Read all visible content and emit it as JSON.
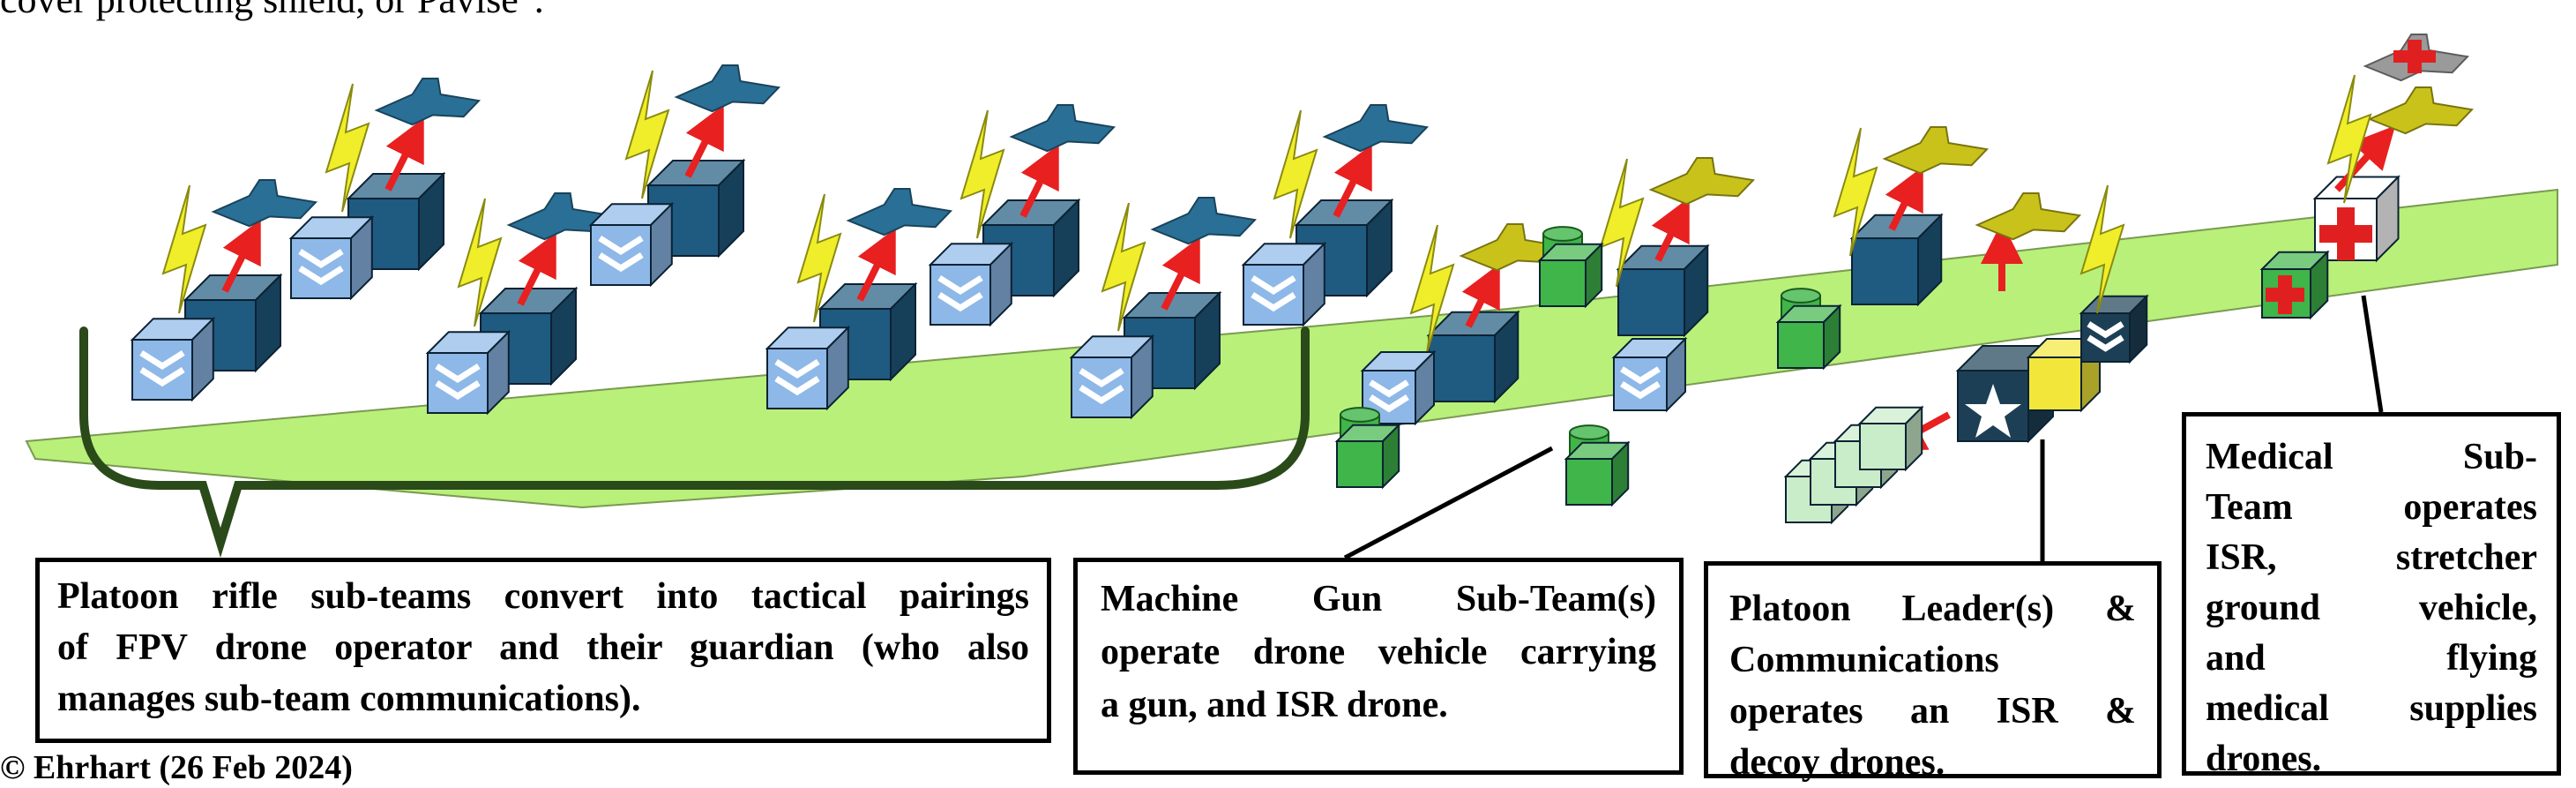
{
  "header": {
    "text": "cover protecting shield, or Pavise\"."
  },
  "footer": {
    "text": "© Ehrhart (26 Feb 2024)"
  },
  "callouts": {
    "rifle": {
      "lines": [
        "Platoon rifle sub-teams convert into tactical pairings",
        "of FPV drone operator and their guardian (who also",
        "manages sub-team communications)."
      ]
    },
    "machine_gun": {
      "lines": [
        "Machine Gun Sub-Team(s)",
        "operate drone vehicle carrying",
        "a gun, and ISR drone."
      ]
    },
    "leader": {
      "lines": [
        "Platoon Leader(s) &",
        "Communications",
        "operates an ISR &",
        "decoy drones."
      ]
    },
    "medical": {
      "lines": [
        "Medical Sub-",
        "Team operates",
        "ISR, stretcher",
        "ground vehicle,",
        "and flying",
        "medical supplies",
        "drones."
      ]
    }
  },
  "colors": {
    "ground": "#b8f07a",
    "operator_cube": "#1f5a80",
    "guardian_cube": "#8db8e8",
    "drone_blue": "#2a6f96",
    "drone_yellow": "#c9c21a",
    "machine_gun_vehicle": "#3fb54a",
    "lightning": "#f0ee2a",
    "arrow": "#e82020",
    "leader_cube": "#1c3f55",
    "medical_red": "#e02020"
  }
}
